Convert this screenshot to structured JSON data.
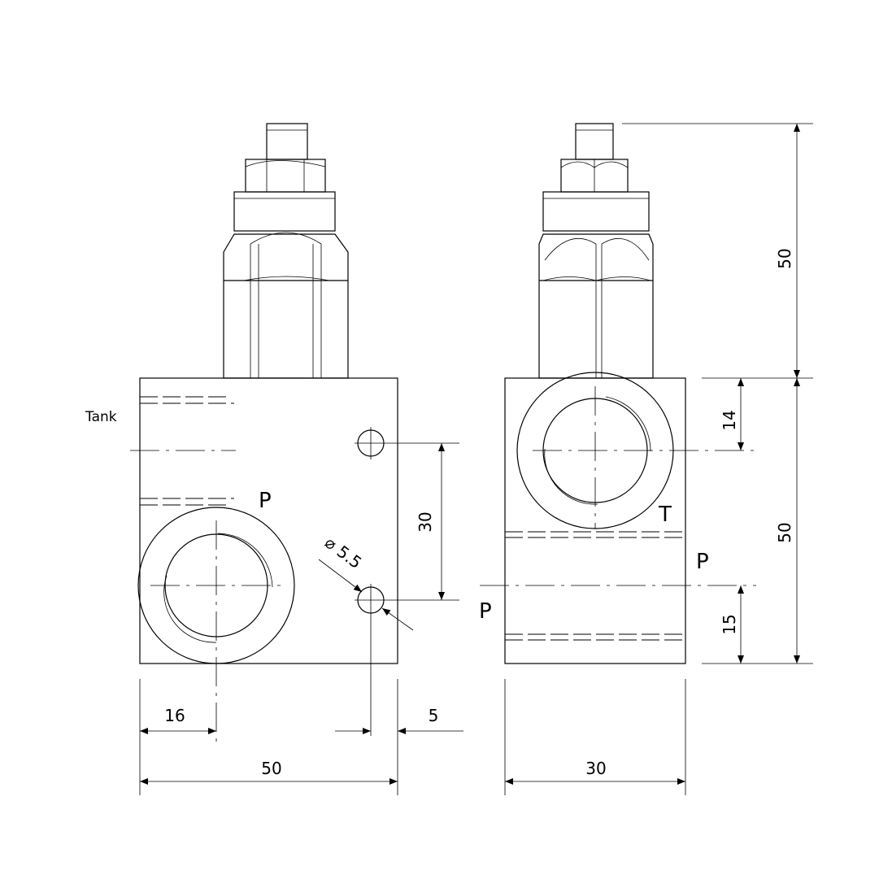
{
  "labels": {
    "tank": "Tank",
    "front_port_p": "P",
    "side_port_t": "T",
    "side_port_p_right": "P",
    "side_port_p_left": "P"
  },
  "dimensions": {
    "front_width": "50",
    "front_port_offset": "16",
    "hole_edge_offset": "5",
    "hole_spacing": "30",
    "hole_diameter": "⌀ 5.5",
    "side_width": "30",
    "adjuster_height": "50",
    "body_height": "50",
    "t_port_offset": "14",
    "p_port_offset": "15"
  }
}
